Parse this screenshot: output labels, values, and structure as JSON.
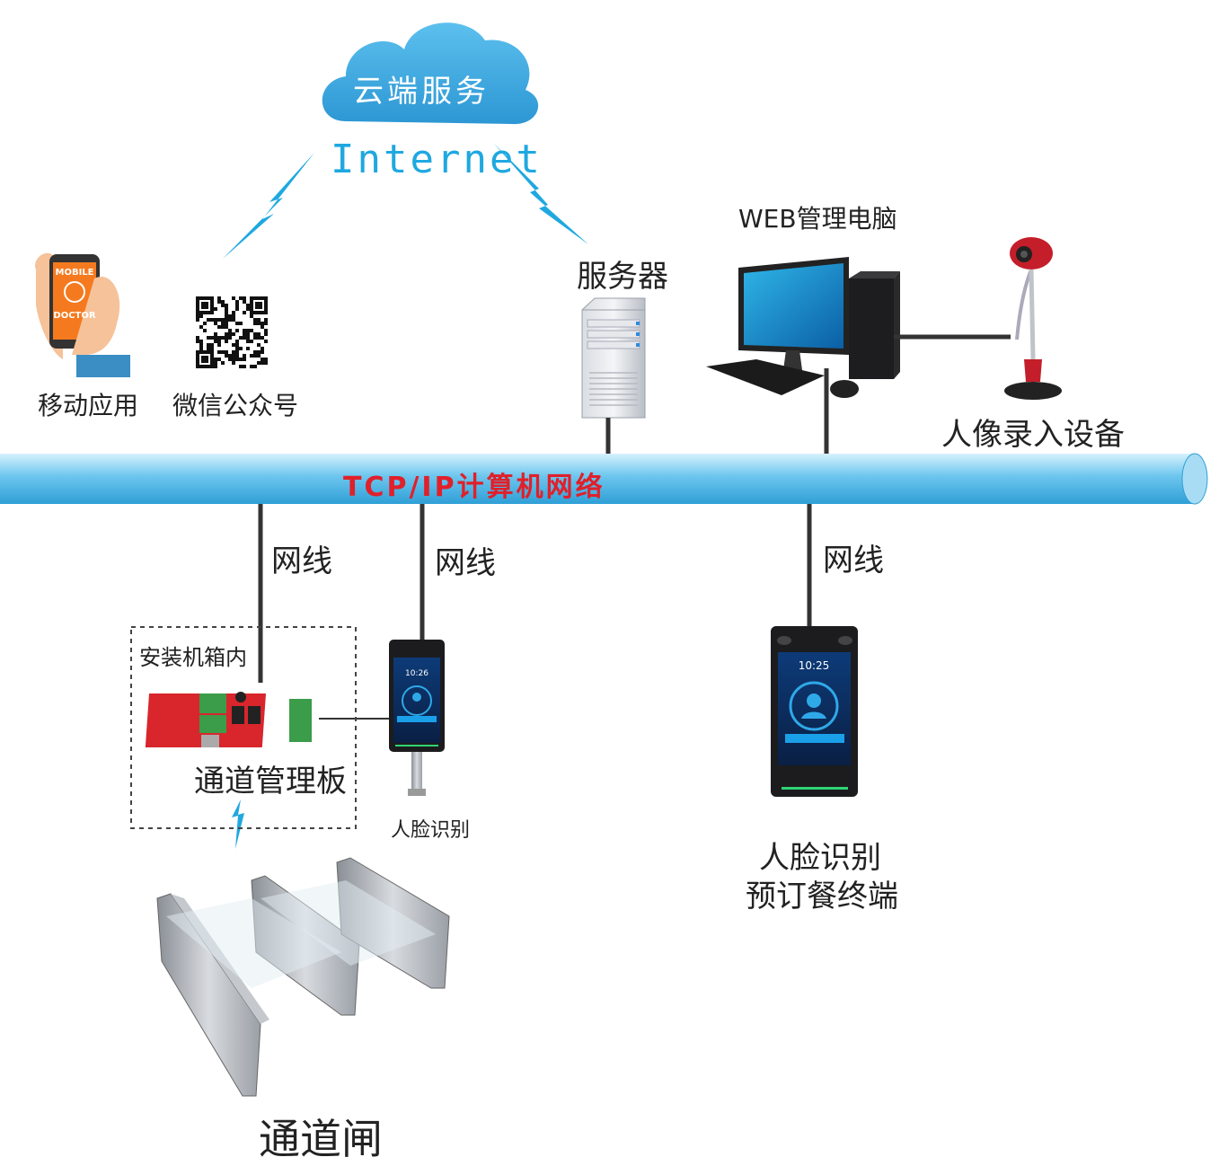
{
  "cloud": {
    "label": "云端服务"
  },
  "internet": {
    "label": "Internet"
  },
  "nodes": {
    "mobile_app": {
      "label": "移动应用",
      "phone_text_1": "MOBILE",
      "phone_text_2": "DOCTOR"
    },
    "wechat": {
      "label": "微信公众号"
    },
    "server": {
      "label": "服务器"
    },
    "web_pc": {
      "label": "WEB管理电脑"
    },
    "camera": {
      "label": "人像录入设备"
    },
    "board": {
      "label": "通道管理板"
    },
    "cabinet": {
      "label": "安装机箱内"
    },
    "face_small": {
      "label": "人脸识别",
      "time": "10:26"
    },
    "face_terminal": {
      "label_line1": "人脸识别",
      "label_line2": "预订餐终端",
      "time": "10:25"
    },
    "gate": {
      "label": "通道闸"
    }
  },
  "network": {
    "label": "TCP/IP计算机网络"
  },
  "cables": {
    "left": "网线",
    "middle": "网线",
    "right": "网线"
  },
  "colors": {
    "pipe": "#7fcff0",
    "cloud": "#3aa9e0",
    "lightning": "#1fa8e0",
    "network_text": "#e0202a",
    "board": "#d8262c"
  }
}
